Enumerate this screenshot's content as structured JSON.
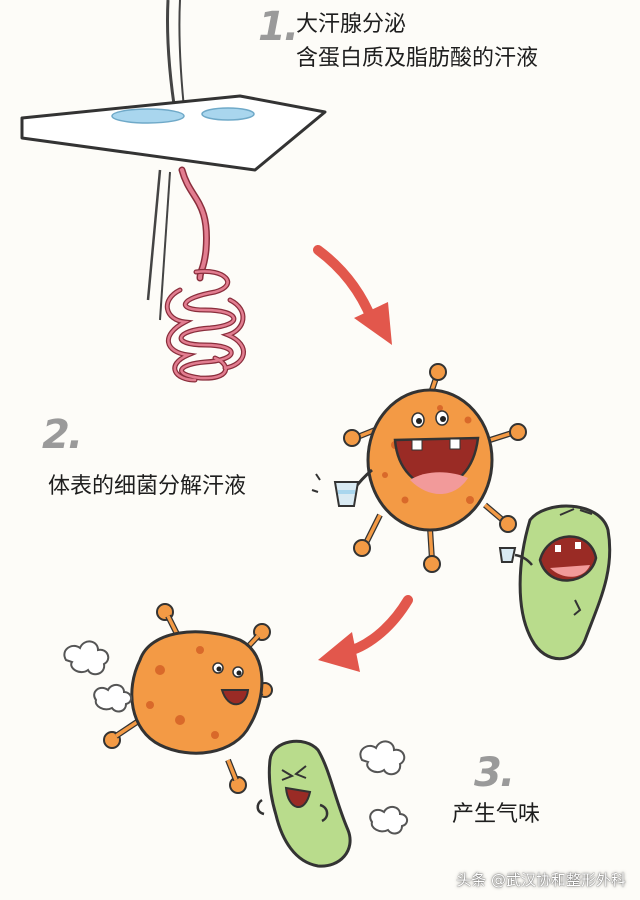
{
  "steps": [
    {
      "number": "1.",
      "lines": [
        "大汗腺分泌",
        "含蛋白质及脂肪酸的汗液"
      ]
    },
    {
      "number": "2.",
      "lines": [
        "体表的细菌分解汗液"
      ]
    },
    {
      "number": "3.",
      "lines": [
        "产生气味"
      ]
    }
  ],
  "watermark": "头条 @武汉协和整形外科",
  "colors": {
    "arrow": "#e2574c",
    "gland": "#d9657a",
    "bacteria_orange": "#f39a45",
    "bacteria_green": "#b9dc8c",
    "sweat": "#a9d6ee",
    "mouth": "#9a2b25"
  },
  "icons": [
    "sweat-gland-illustration",
    "arrow-icon",
    "bacteria-orange",
    "bacteria-green",
    "stink-cloud-icon"
  ]
}
